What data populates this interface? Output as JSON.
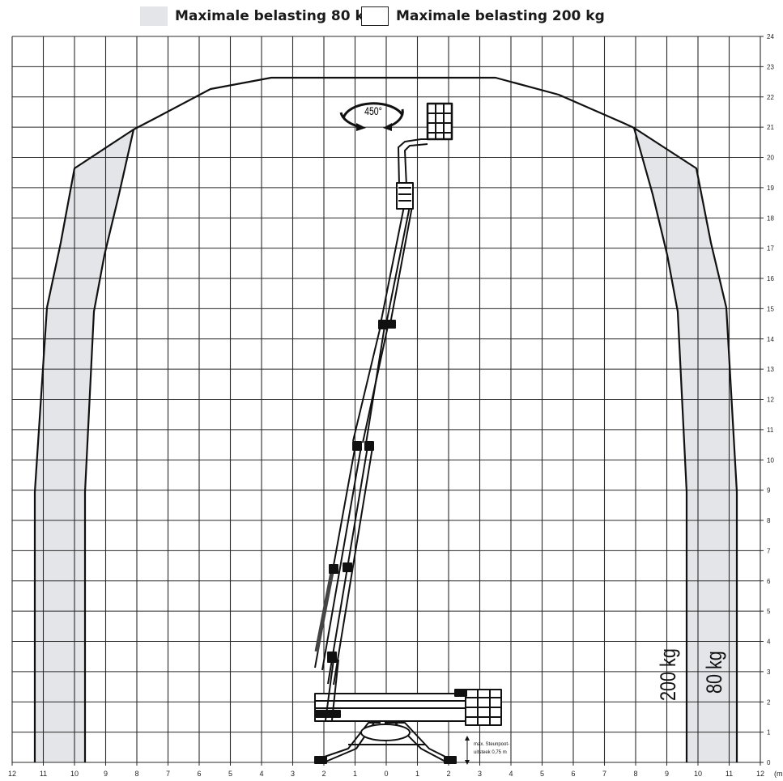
{
  "legend": [
    {
      "label": "Maximale belasting 80 kg",
      "fill": "#e3e5e8",
      "stroke": "#e3e5e8"
    },
    {
      "label": "Maximale belasting 200 kg",
      "fill": "#ffffff",
      "stroke": "#222222"
    }
  ],
  "x_ticks": [
    "12",
    "11",
    "10",
    "9",
    "8",
    "7",
    "6",
    "5",
    "4",
    "3",
    "2",
    "1",
    "0",
    "1",
    "2",
    "3",
    "4",
    "5",
    "6",
    "7",
    "8",
    "9",
    "10",
    "11",
    "12"
  ],
  "x_unit": "(m",
  "y_ticks": [
    "0",
    "1",
    "2",
    "3",
    "4",
    "5",
    "6",
    "7",
    "8",
    "9",
    "10",
    "11",
    "12",
    "13",
    "14",
    "15",
    "16",
    "17",
    "18",
    "19",
    "20",
    "21",
    "22",
    "23",
    "24"
  ],
  "rotation_label": "450°",
  "zone_labels": {
    "inner": "200 kg",
    "outer": "80 kg"
  },
  "note_text": [
    "max. Steunpoot-",
    "uitsteek 0,75 m"
  ],
  "colors": {
    "shade": "#e3e5e8",
    "grid": "#2a2a2a",
    "line": "#111111"
  }
}
